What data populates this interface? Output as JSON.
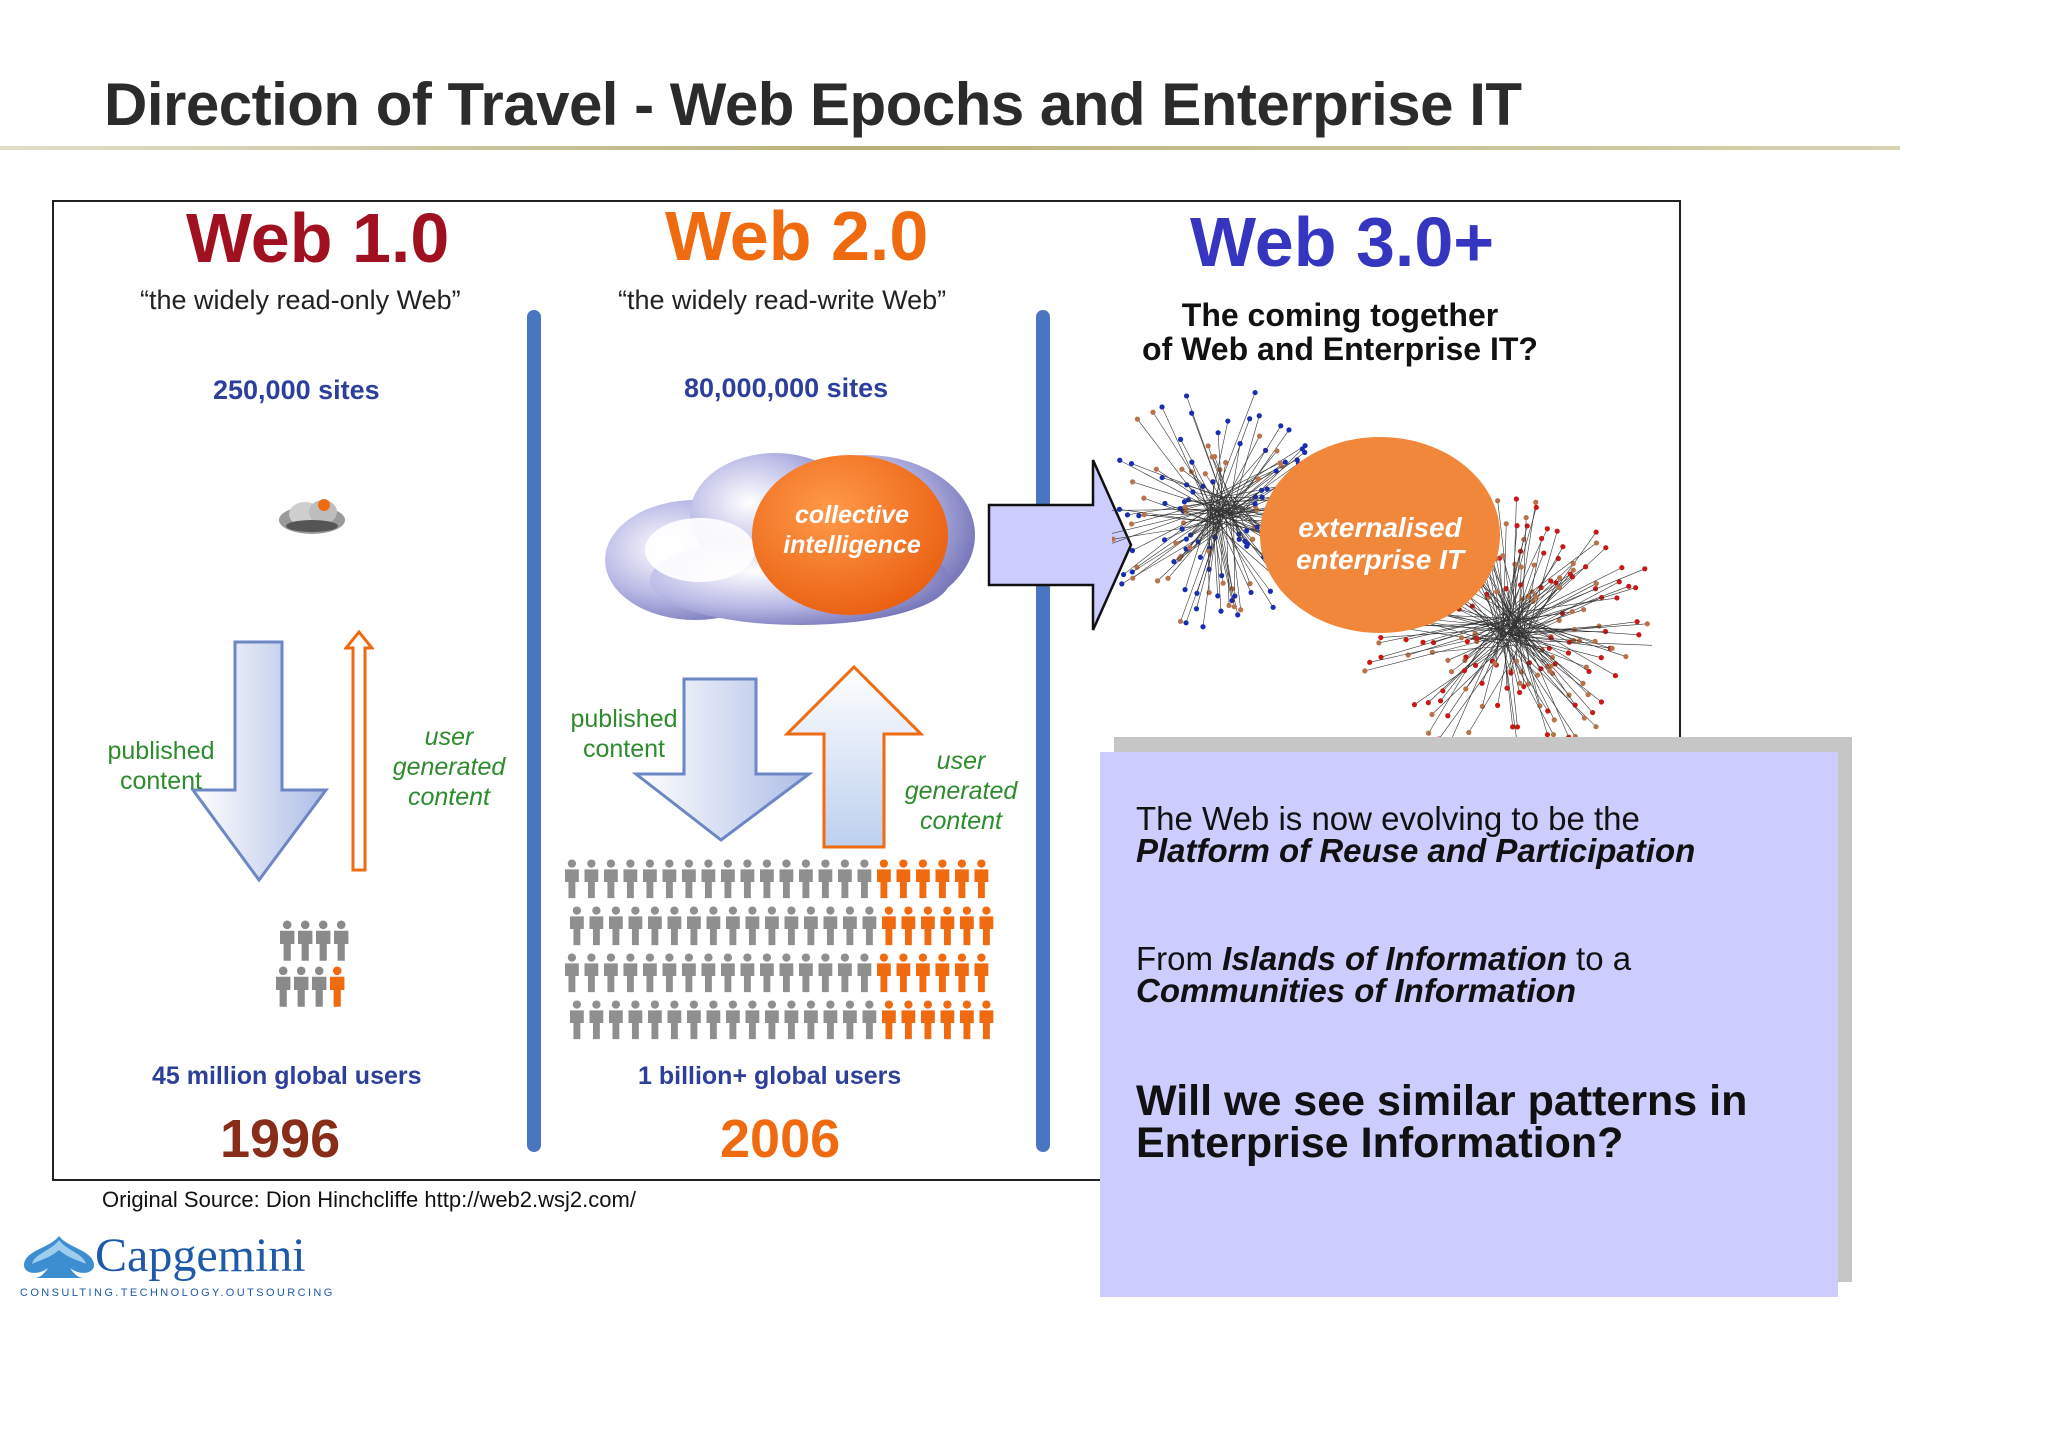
{
  "slide": {
    "title": "Direction of Travel - Web Epochs and Enterprise IT",
    "source": "Original Source: Dion Hinchcliffe http://web2.wsj2.com/"
  },
  "web1": {
    "title": "Web 1.0",
    "subtitle": "“the widely read-only Web”",
    "sites": "250,000 sites",
    "published": [
      "published",
      "content"
    ],
    "ugc": [
      "user",
      "generated",
      "content"
    ],
    "users": "45 million global users",
    "year": "1996"
  },
  "web2": {
    "title": "Web 2.0",
    "subtitle": "“the widely read-write Web”",
    "sites": "80,000,000 sites",
    "cloud": [
      "collective",
      "intelligence"
    ],
    "published": [
      "published",
      "content"
    ],
    "ugc": [
      "user",
      "generated",
      "content"
    ],
    "users": "1 billion+ global users",
    "year": "2006"
  },
  "web3": {
    "title": "Web 3.0+",
    "coming": [
      "The coming together",
      "of Web and Enterprise IT?"
    ],
    "circle": [
      "externalised",
      "enterprise IT"
    ]
  },
  "callout": {
    "l1": "The Web is now evolving to be the",
    "l2": "Platform of Reuse and Participation",
    "l3_pre": "From ",
    "l3_em": "Islands of Information",
    "l3_post": " to a",
    "l4": "Communities of Information",
    "l5": "Will we see similar patterns in",
    "l6": "Enterprise Information?"
  },
  "logo": {
    "name": "Capgemini",
    "tagline": "CONSULTING.TECHNOLOGY.OUTSOURCING"
  },
  "colors": {
    "web1": "#a01020",
    "web2": "#f06a10",
    "web3": "#3535c0",
    "callout_bg": "#ccccff",
    "divider": "#4a75c1"
  }
}
